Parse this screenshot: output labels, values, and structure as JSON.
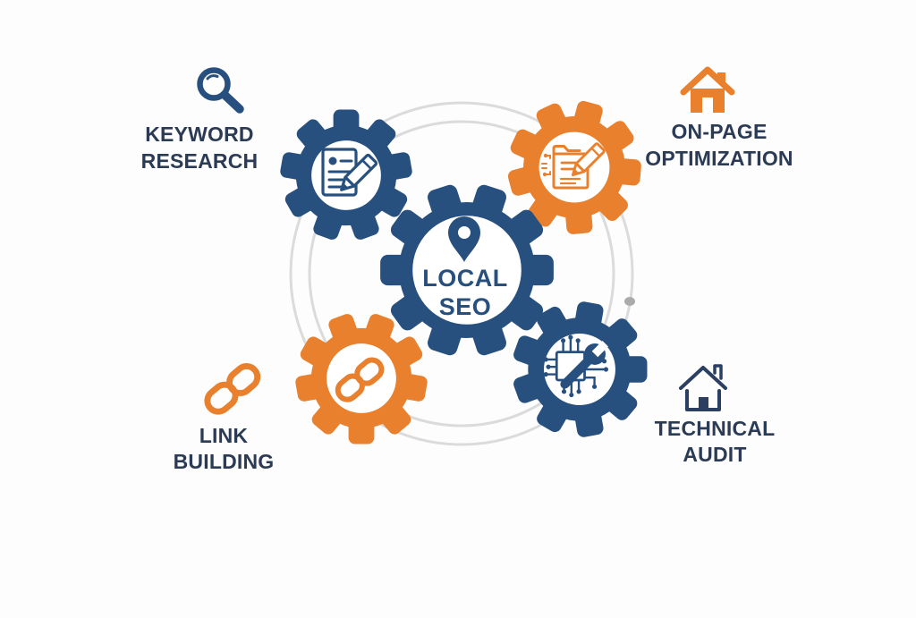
{
  "title": "Local SEO gear diagram",
  "colors": {
    "gear_navy": "#27507f",
    "gear_orange": "#e8802d",
    "label_text": "#2b3b55",
    "background_circle_gray": "#dbdbdb",
    "dot_gray": "#ababab",
    "background": "#fdfdfd"
  },
  "center_gear": {
    "label_line1": "LOCAL",
    "label_line2": "SEO",
    "icon": "location-pin-icon",
    "gear_color": "navy"
  },
  "nodes": [
    {
      "id": "keyword-research",
      "label_line1": "KEYWORD",
      "label_line2": "RESEARCH",
      "side_icon": "magnifier-icon",
      "gear_icon": "document-pencil-icon",
      "gear_color": "navy",
      "position": "top-left"
    },
    {
      "id": "on-page-optimization",
      "label_line1": "ON-PAGE",
      "label_line2": "OPTIMIZATION",
      "side_icon": "house-icon",
      "gear_icon": "folder-pencil-icon",
      "gear_color": "orange",
      "position": "top-right"
    },
    {
      "id": "link-building",
      "label_line1": "LINK",
      "label_line2": "BUILDING",
      "side_icon": "chain-link-icon",
      "gear_icon": "chain-link-icon",
      "gear_color": "orange",
      "position": "bottom-left"
    },
    {
      "id": "technical-audit",
      "label_line1": "TECHNICAL",
      "label_line2": "AUDIT",
      "side_icon": "house-outline-icon",
      "gear_icon": "wrench-circuit-icon",
      "gear_color": "navy",
      "position": "bottom-right"
    }
  ]
}
